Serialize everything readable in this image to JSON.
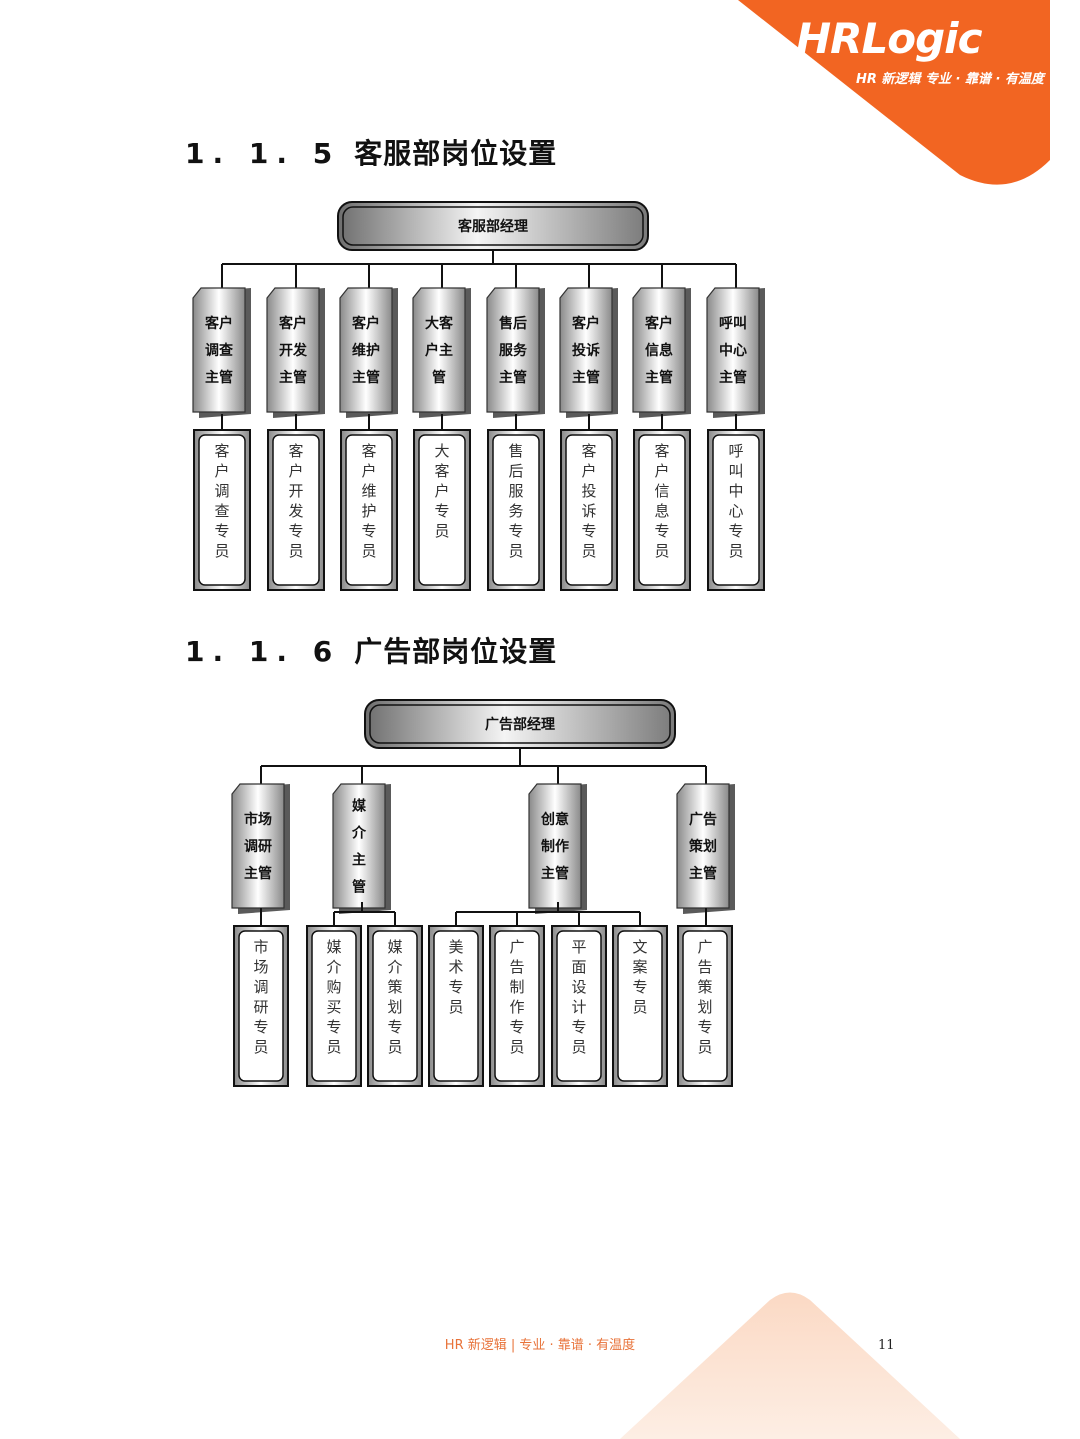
{
  "brand": {
    "logo": "HRLogic",
    "tagline": "HR 新逻辑 专业 · 靠谱 · 有温度",
    "accent": "#f26522"
  },
  "sections": [
    {
      "number": "1. 1. 5",
      "title": "客服部岗位设置",
      "head": "客服部经理",
      "supervisors": [
        {
          "label": "客户调查主管",
          "specialist": "客户调查专员"
        },
        {
          "label": "客户开发主管",
          "specialist": "客户开发专员"
        },
        {
          "label": "客户维护主管",
          "specialist": "客户维护专员"
        },
        {
          "label": "大客户主管",
          "specialist": "大客户专员"
        },
        {
          "label": "售后服务主管",
          "specialist": "售后服务专员"
        },
        {
          "label": "客户投诉主管",
          "specialist": "客户投诉专员"
        },
        {
          "label": "客户信息主管",
          "specialist": "客户信息专员"
        },
        {
          "label": "呼叫中心主管",
          "specialist": "呼叫中心专员"
        }
      ]
    },
    {
      "number": "1. 1. 6",
      "title": "广告部岗位设置",
      "head": "广告部经理",
      "supervisors": [
        {
          "label": "市场调研主管",
          "specialists": [
            "市场调研专员"
          ]
        },
        {
          "label": "媒介主管",
          "specialists": [
            "媒介购买专员",
            "媒介策划专员"
          ]
        },
        {
          "label": "创意制作主管",
          "specialists": [
            "美术专员",
            "广告制作专员",
            "平面设计专员",
            "文案专员"
          ]
        },
        {
          "label": "广告策划主管",
          "specialists": [
            "广告策划专员"
          ]
        }
      ]
    }
  ],
  "footer": {
    "text": "HR 新逻辑 | 专业 · 靠谱 · 有温度",
    "page_number": "11"
  }
}
